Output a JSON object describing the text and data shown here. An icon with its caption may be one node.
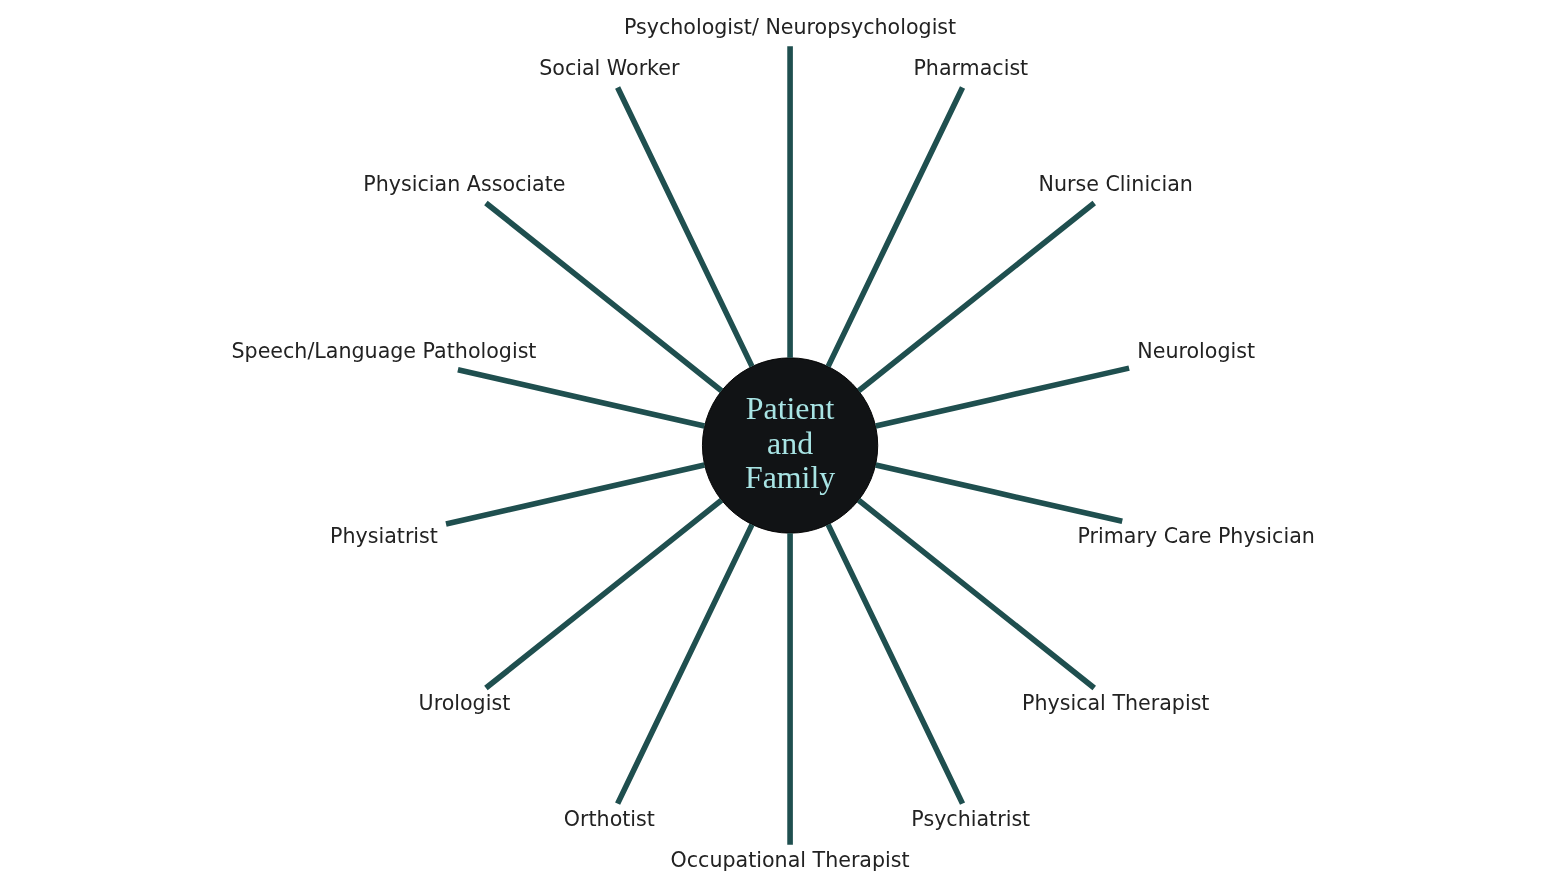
{
  "diagram": {
    "nodes": [
      {
        "text": [
          "Patient and Family"
        ]
      },
      {
        "text": [
          "Neurologist"
        ]
      },
      {
        "text": [
          "Nurse Clinician"
        ]
      },
      {
        "text": [
          "Pharmacist"
        ]
      },
      {
        "text": [
          "Psychologist/ Neuropsychologist"
        ]
      },
      {
        "text": [
          "Social Worker"
        ]
      },
      {
        "text": [
          "Physician Associate"
        ]
      },
      {
        "text": [
          "Speech/Language Pathologist"
        ]
      },
      {
        "text": [
          "Physiatrist"
        ]
      },
      {
        "text": [
          "Urologist"
        ]
      },
      {
        "text": [
          "Orthotist"
        ]
      },
      {
        "text": [
          "Occupational Therapist"
        ]
      },
      {
        "text": [
          "Psychiatrist"
        ]
      },
      {
        "text": [
          "Physical Therapist"
        ]
      },
      {
        "text": [
          "Primary Care Physician"
        ]
      }
    ],
    "edges": [
      {
        "from": 0,
        "to": 1,
        "arrow": "none"
      },
      {
        "from": 0,
        "to": 2,
        "arrow": "none"
      },
      {
        "from": 0,
        "to": 3,
        "arrow": "none"
      },
      {
        "from": 0,
        "to": 4,
        "arrow": "none"
      },
      {
        "from": 0,
        "to": 5,
        "arrow": "none"
      },
      {
        "from": 0,
        "to": 6,
        "arrow": "none"
      },
      {
        "from": 0,
        "to": 7,
        "arrow": "none"
      },
      {
        "from": 0,
        "to": 8,
        "arrow": "none"
      },
      {
        "from": 0,
        "to": 9,
        "arrow": "none"
      },
      {
        "from": 0,
        "to": 10,
        "arrow": "none"
      },
      {
        "from": 0,
        "to": 11,
        "arrow": "none"
      },
      {
        "from": 0,
        "to": 12,
        "arrow": "none"
      },
      {
        "from": 0,
        "to": 13,
        "arrow": "none"
      },
      {
        "from": 0,
        "to": 14,
        "arrow": "none"
      }
    ]
  }
}
